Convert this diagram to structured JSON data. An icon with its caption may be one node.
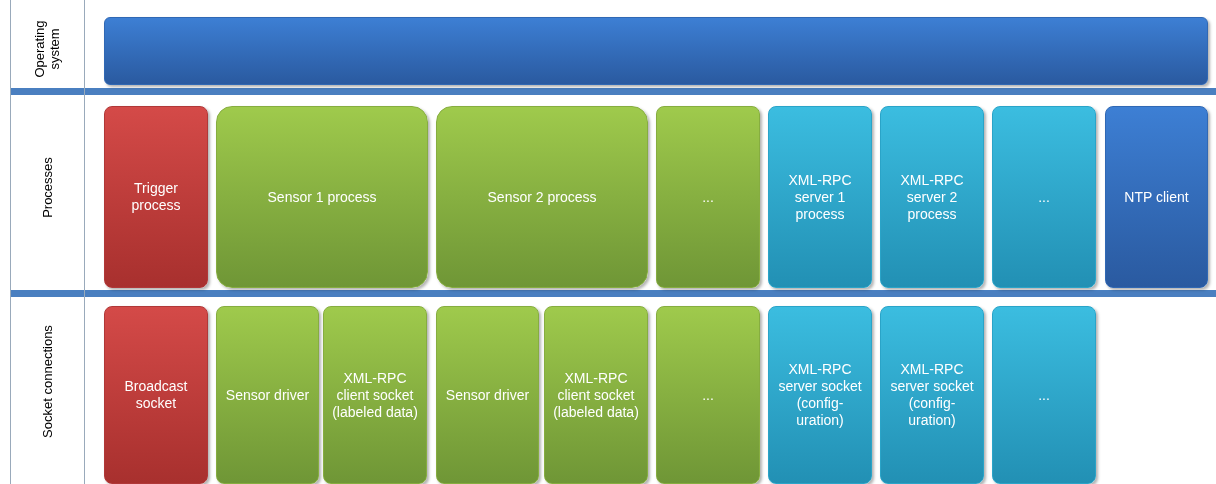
{
  "diagram": {
    "nodes": [
      {
        "text": [],
        "shape": "bar"
      },
      {
        "text": [
          "Trigger process"
        ]
      },
      {
        "text": [
          "Sensor 1 process"
        ]
      },
      {
        "text": [
          "Sensor 2 process"
        ]
      },
      {
        "text": [
          "..."
        ]
      },
      {
        "text": [
          "XML-RPC server 1 process"
        ]
      },
      {
        "text": [
          "XML-RPC server 2 process"
        ]
      },
      {
        "text": [
          "..."
        ]
      },
      {
        "text": [
          "NTP client"
        ]
      },
      {
        "text": [
          "Broadcast socket"
        ]
      },
      {
        "text": [
          "Sensor driver"
        ]
      },
      {
        "text": [
          "XML-RPC client socket (labeled data)"
        ]
      },
      {
        "text": [
          "Sensor driver"
        ]
      },
      {
        "text": [
          "XML-RPC client socket (labeled data)"
        ]
      },
      {
        "text": [
          "..."
        ]
      },
      {
        "text": [
          "XML-RPC server socket (config-uration)"
        ]
      },
      {
        "text": [
          "XML-RPC server socket (config-uration)"
        ]
      },
      {
        "text": [
          "..."
        ]
      }
    ],
    "labels": [
      "Operating system",
      "Processes",
      "Socket connections"
    ]
  }
}
